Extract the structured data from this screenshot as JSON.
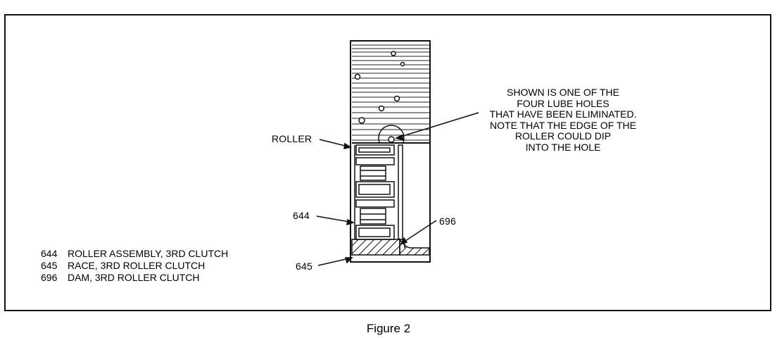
{
  "labels": {
    "roller": "ROLLER",
    "part_644": "644",
    "part_645": "645",
    "part_696": "696"
  },
  "note": {
    "lines": [
      "SHOWN IS ONE OF THE",
      "FOUR LUBE HOLES",
      "THAT HAVE BEEN ELIMINATED.",
      "NOTE THAT THE EDGE OF THE",
      "ROLLER COULD DIP",
      "INTO THE HOLE"
    ]
  },
  "legend": [
    {
      "number": "644",
      "text": "ROLLER ASSEMBLY, 3RD CLUTCH"
    },
    {
      "number": "645",
      "text": "RACE, 3RD ROLLER CLUTCH"
    },
    {
      "number": "696",
      "text": "DAM, 3RD ROLLER CLUTCH"
    }
  ],
  "caption": "Figure 2"
}
